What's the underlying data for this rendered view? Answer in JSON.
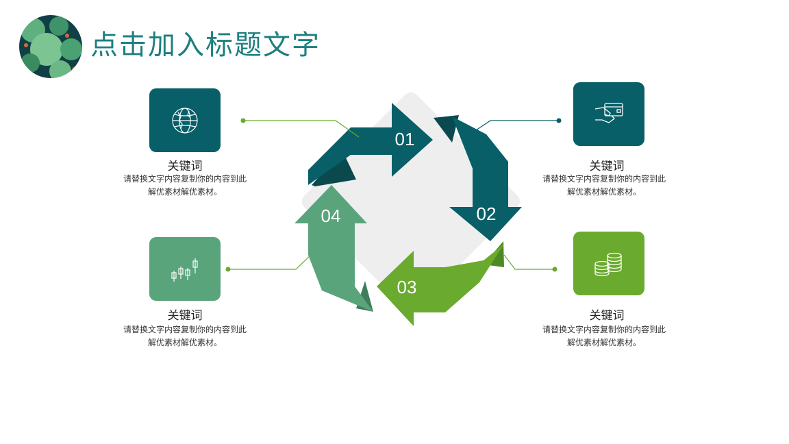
{
  "title": "点击加入标题文字",
  "colors": {
    "dark_teal": "#085f68",
    "medium_green": "#5aa47c",
    "lime_green": "#6aaa2f",
    "title": "#1e7f7f"
  },
  "steps": [
    {
      "number": "01",
      "color": "#085f68"
    },
    {
      "number": "02",
      "color": "#085f68"
    },
    {
      "number": "03",
      "color": "#6aaa2f"
    },
    {
      "number": "04",
      "color": "#5aa47c"
    }
  ],
  "cards": [
    {
      "icon": "globe-icon",
      "keyword": "关键词",
      "desc_line1": "请替换文字内容复制你的内容到此",
      "desc_line2": "解优素材解优素材。"
    },
    {
      "icon": "credit-card-icon",
      "keyword": "关键词",
      "desc_line1": "请替换文字内容复制你的内容到此",
      "desc_line2": "解优素材解优素材。"
    },
    {
      "icon": "candlestick-chart-icon",
      "keyword": "关键词",
      "desc_line1": "请替换文字内容复制你的内容到此",
      "desc_line2": "解优素材解优素材。"
    },
    {
      "icon": "coins-icon",
      "keyword": "关键词",
      "desc_line1": "请替换文字内容复制你的内容到此",
      "desc_line2": "解优素材解优素材。"
    }
  ]
}
